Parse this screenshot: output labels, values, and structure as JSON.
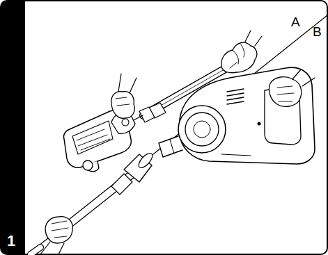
{
  "diagram": {
    "labels": [
      "A",
      "B",
      "1"
    ]
  }
}
